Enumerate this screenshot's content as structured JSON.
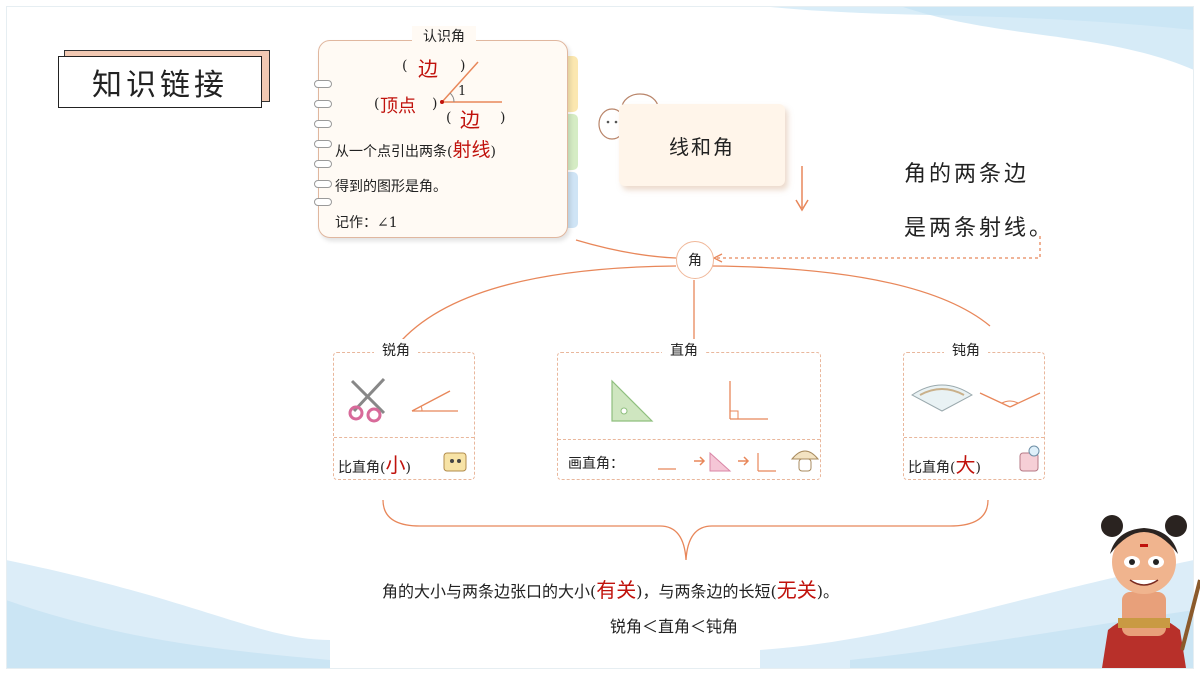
{
  "section_title": "知识链接",
  "concept_card": {
    "title": "认识角",
    "diagram": {
      "paren_open": "(",
      "paren_close": ")",
      "side_top": "边",
      "vertex_label": "顶点",
      "angle_number": "1",
      "side_bottom": "边"
    },
    "def_line1_prefix": "从一个点引出两条(",
    "def_answer": "射线",
    "def_line1_suffix": ")",
    "def_line2": "得到的图形是角。",
    "notation": "记作：∠1"
  },
  "topic_box": "线和角",
  "ray_note": [
    "角的两条边",
    "是两条射线。"
  ],
  "hub_label": "角",
  "angle_types": [
    {
      "title": "锐角",
      "compare_prefix": "比直角(",
      "compare_answer": "小",
      "compare_suffix": ")"
    },
    {
      "title": "直角",
      "draw_label": "画直角："
    },
    {
      "title": "钝角",
      "compare_prefix": "比直角(",
      "compare_answer": "大",
      "compare_suffix": ")"
    }
  ],
  "summary": {
    "prefix": "角的大小与两条边张口的大小(",
    "answer1": "有关",
    "middle": ")，与两条边的长短(",
    "answer2": "无关",
    "suffix": ")。",
    "order": "锐角＜直角＜钝角"
  },
  "colors": {
    "accent": "#c0120c",
    "line": "#e8875a",
    "card_border": "#e0b79f"
  }
}
